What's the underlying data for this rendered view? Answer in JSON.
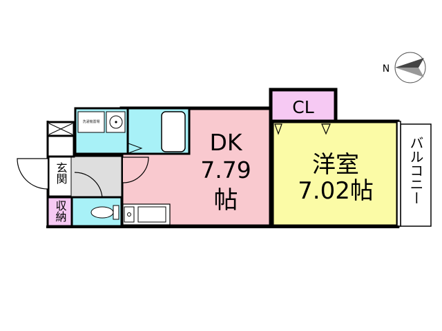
{
  "rooms": {
    "dk": {
      "name": "DK",
      "area": "7.79",
      "unit": "帖"
    },
    "western": {
      "name": "洋室",
      "area_text": "7.02帖"
    },
    "closet": {
      "name": "CL"
    },
    "balcony": {
      "name": "バルコニー"
    },
    "entrance": {
      "name": "玄関"
    },
    "storage": {
      "name": "収納"
    },
    "laundry": {
      "name": "洗濯機置場"
    }
  },
  "compass": {
    "label": "N"
  },
  "colors": {
    "dk": "#f9c9cf",
    "western": "#fbfba6",
    "closet": "#f6c9f3",
    "water": "#a8f1f7",
    "entrance": "#dedede",
    "storage": "#f6c9f3",
    "wall": "#000000"
  }
}
